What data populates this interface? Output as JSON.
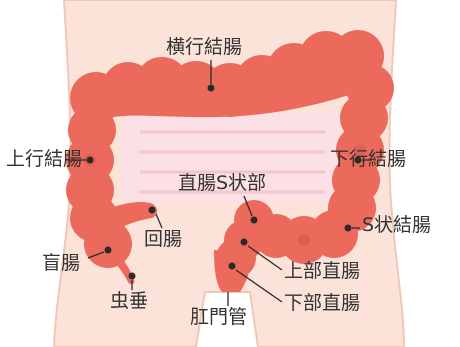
{
  "labels": {
    "transverse_colon": "横行結腸",
    "ascending_colon": "上行結腸",
    "descending_colon": "下行結腸",
    "rectosigmoid": "直腸S状部",
    "sigmoid_colon": "S状結腸",
    "ileum": "回腸",
    "cecum": "盲腸",
    "appendix": "虫垂",
    "upper_rectum": "上部直腸",
    "lower_rectum": "下部直腸",
    "anal_canal": "肛門管"
  },
  "colors": {
    "body_fill": "#fbe3da",
    "body_outline": "#f1c7b8",
    "inner_fill": "#fbe0e6",
    "inner_stripe": "#f3c5cf",
    "colon_fill": "#ec6a5c",
    "colon_shade": "#d9574c",
    "marker": "#2a2a2a",
    "text": "#333333"
  }
}
